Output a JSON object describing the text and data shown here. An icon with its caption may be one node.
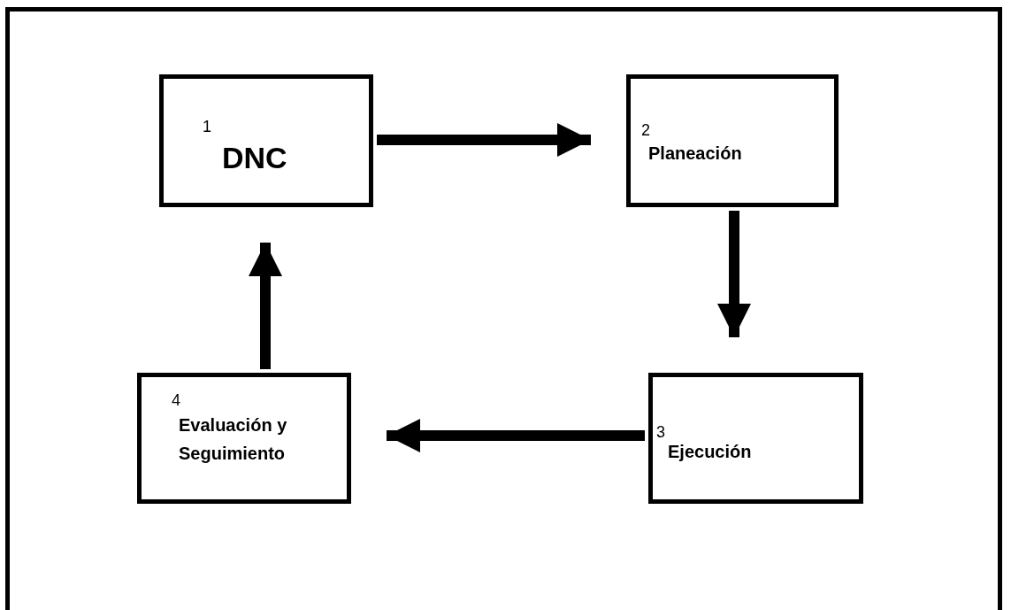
{
  "diagram": {
    "nodes": [
      {
        "text": [
          "1",
          "DNC"
        ]
      },
      {
        "text": [
          "2",
          "Planeación"
        ]
      },
      {
        "text": [
          "3",
          "Ejecución"
        ]
      },
      {
        "text": [
          "4",
          "Evaluación y Seguimiento"
        ]
      }
    ],
    "edges": [
      {
        "from": 0,
        "to": 1,
        "arrow": "to"
      },
      {
        "from": 1,
        "to": 2,
        "arrow": "to"
      },
      {
        "from": 2,
        "to": 3,
        "arrow": "to"
      },
      {
        "from": 3,
        "to": 0,
        "arrow": "to"
      }
    ]
  }
}
